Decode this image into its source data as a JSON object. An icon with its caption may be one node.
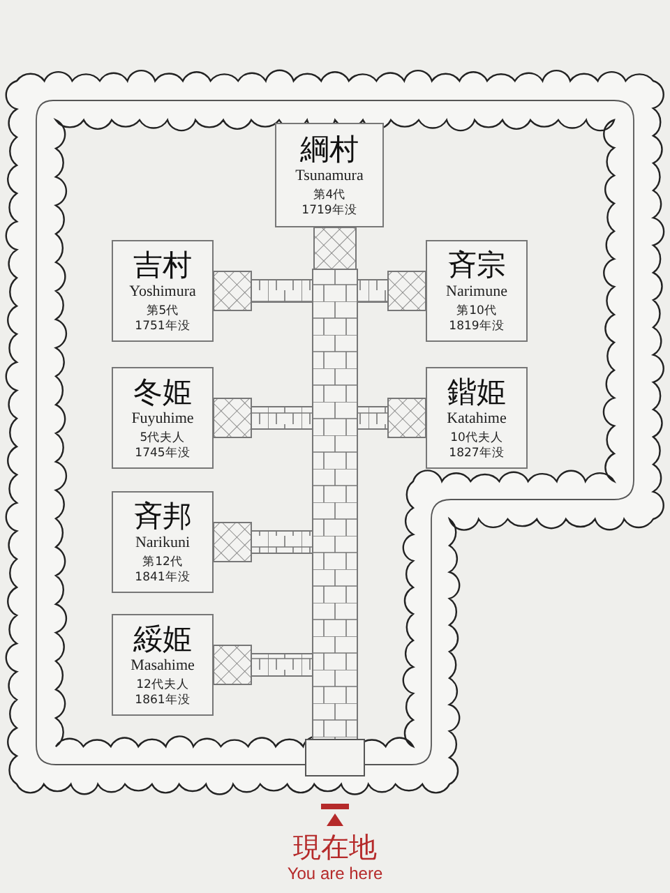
{
  "diagram": {
    "nodes": [
      {
        "text": [
          "綱村",
          "Tsunamura",
          "第4代",
          "1719年没"
        ]
      },
      {
        "text": [
          "吉村",
          "Yoshimura",
          "第5代",
          "1751年没"
        ]
      },
      {
        "text": [
          "斉宗",
          "Narimune",
          "第10代",
          "1819年没"
        ]
      },
      {
        "text": [
          "冬姫",
          "Fuyuhime",
          "5代夫人",
          "1745年没"
        ]
      },
      {
        "text": [
          "鍇姫",
          "Katahime",
          "10代夫人",
          "1827年没"
        ]
      },
      {
        "text": [
          "斉邦",
          "Narikuni",
          "第12代",
          "1841年没"
        ]
      },
      {
        "text": [
          "綏姫",
          "Masahime",
          "12代夫人",
          "1861年没"
        ]
      }
    ],
    "edges": [],
    "labels": [
      "現在地",
      "You are here"
    ]
  }
}
